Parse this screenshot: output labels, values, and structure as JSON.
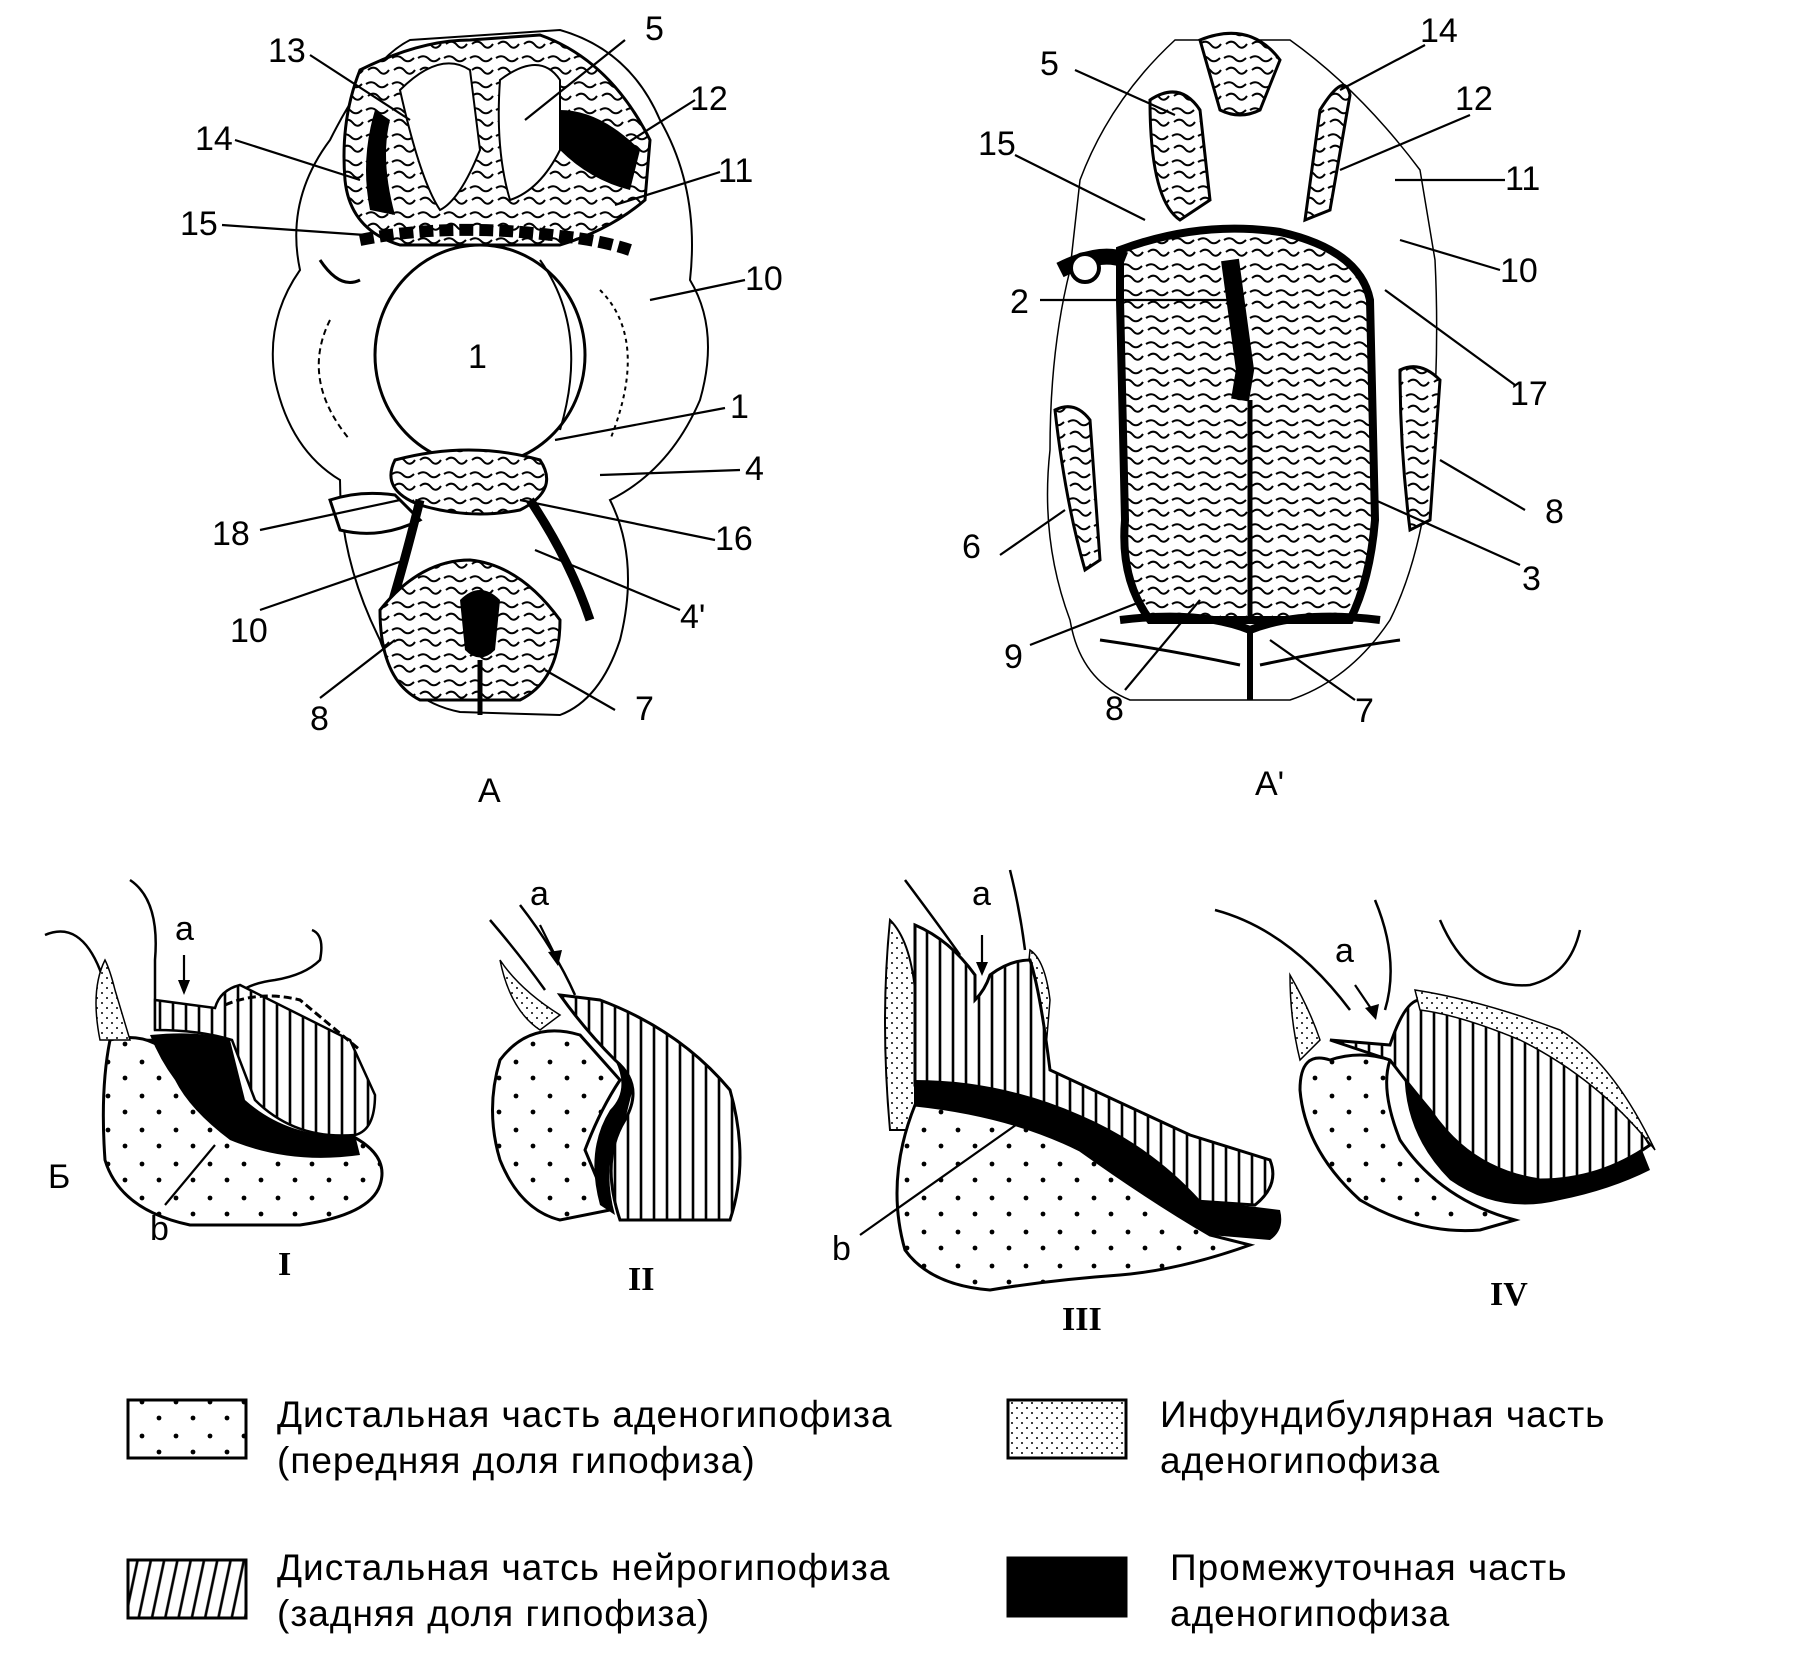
{
  "panel_a": {
    "label": "A",
    "labels": [
      {
        "id": "p1",
        "text": "13"
      },
      {
        "id": "p2",
        "text": "5"
      },
      {
        "id": "p3",
        "text": "12"
      },
      {
        "id": "p4",
        "text": "14"
      },
      {
        "id": "p5",
        "text": "11"
      },
      {
        "id": "p6",
        "text": "15"
      },
      {
        "id": "p7",
        "text": "10"
      },
      {
        "id": "p8",
        "text": "1"
      },
      {
        "id": "p9",
        "text": "1"
      },
      {
        "id": "p10",
        "text": "4"
      },
      {
        "id": "p11",
        "text": "18"
      },
      {
        "id": "p12",
        "text": "16"
      },
      {
        "id": "p13",
        "text": "10"
      },
      {
        "id": "p14",
        "text": "4'"
      },
      {
        "id": "p15",
        "text": "8"
      },
      {
        "id": "p16",
        "text": "7"
      }
    ]
  },
  "panel_a_prime": {
    "label": "A'",
    "labels": [
      {
        "id": "q1",
        "text": "5"
      },
      {
        "id": "q2",
        "text": "14"
      },
      {
        "id": "q3",
        "text": "12"
      },
      {
        "id": "q4",
        "text": "15"
      },
      {
        "id": "q5",
        "text": "11"
      },
      {
        "id": "q6",
        "text": "10"
      },
      {
        "id": "q7",
        "text": "2"
      },
      {
        "id": "q8",
        "text": "17"
      },
      {
        "id": "q9",
        "text": "8"
      },
      {
        "id": "q10",
        "text": "6"
      },
      {
        "id": "q11",
        "text": "3"
      },
      {
        "id": "q12",
        "text": "9"
      },
      {
        "id": "q13",
        "text": "8"
      },
      {
        "id": "q14",
        "text": "7"
      }
    ]
  },
  "panel_b": {
    "label": "Б",
    "schemes": [
      {
        "roman": "I",
        "a": "a",
        "b": "b"
      },
      {
        "roman": "II",
        "a": "a"
      },
      {
        "roman": "III",
        "a": "a",
        "b": "b"
      },
      {
        "roman": "IV",
        "a": "a"
      }
    ]
  },
  "legend": [
    {
      "key": "distal-adeno",
      "pattern": "sparse-dots",
      "line1": "Дистальная часть аденогипофиза",
      "line2": "(передняя доля гипофиза)"
    },
    {
      "key": "infundibular",
      "pattern": "dense-dots",
      "line1": "Инфундибулярная часть",
      "line2": "аденогипофиза"
    },
    {
      "key": "distal-neuro",
      "pattern": "stripes",
      "line1": "Дистальная чатсь нейрогипофиза",
      "line2": "(задняя доля гипофиза)"
    },
    {
      "key": "intermediate",
      "pattern": "solid-black",
      "line1": "Промежуточная часть",
      "line2": "аденогипофиза"
    }
  ]
}
